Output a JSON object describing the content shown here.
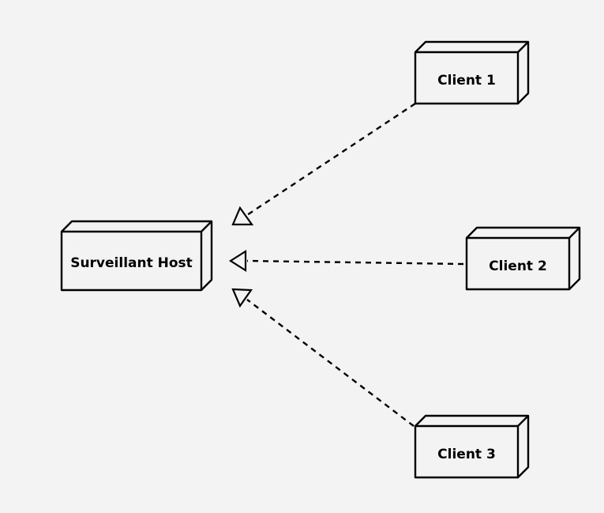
{
  "diagram": {
    "colors": {
      "background": "#f3f3f3",
      "stroke": "#000000",
      "text": "#000000"
    },
    "nodes": {
      "host": {
        "label": "Surveillant Host"
      },
      "client1": {
        "label": "Client 1"
      },
      "client2": {
        "label": "Client 2"
      },
      "client3": {
        "label": "Client 3"
      }
    },
    "edges": [
      {
        "from": "Client 1",
        "to": "Surveillant Host",
        "style": "dashed",
        "arrowhead": "hollow-triangle"
      },
      {
        "from": "Client 2",
        "to": "Surveillant Host",
        "style": "dashed",
        "arrowhead": "hollow-triangle"
      },
      {
        "from": "Client 3",
        "to": "Surveillant Host",
        "style": "dashed",
        "arrowhead": "hollow-triangle"
      }
    ]
  }
}
